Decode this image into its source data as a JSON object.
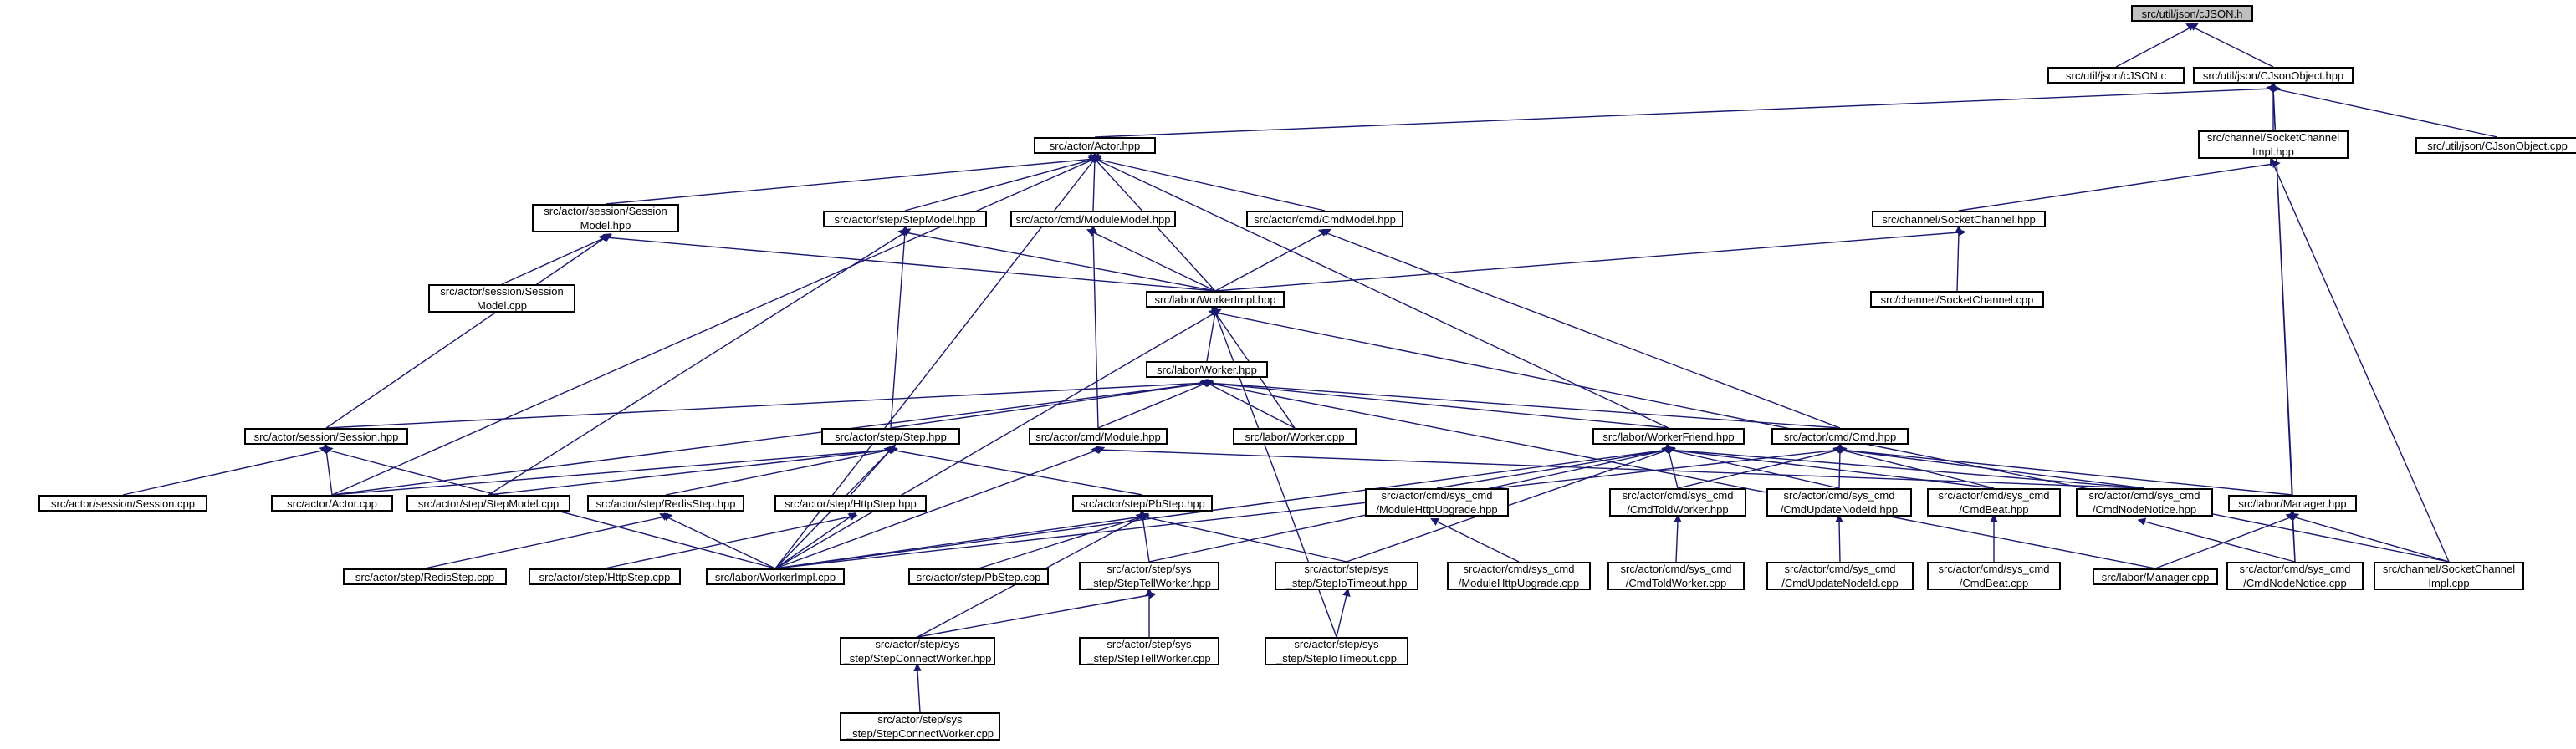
{
  "graph": {
    "colors": {
      "edge": "#191970",
      "node_border": "#000000",
      "root_fill": "#bfbfbf",
      "node_fill": "#ffffff"
    },
    "nodes": [
      {
        "id": "cjson_h",
        "label": "src/util/json/cJSON.h",
        "root": true
      },
      {
        "id": "cjson_c",
        "label": "src/util/json/cJSON.c"
      },
      {
        "id": "cjsonobject_hpp",
        "label": "src/util/json/CJsonObject.hpp"
      },
      {
        "id": "cjsonobject_cpp",
        "label": "src/util/json/CJsonObject.cpp"
      },
      {
        "id": "socketchannelimpl_hpp",
        "label": "src/channel/SocketChannel\nImpl.hpp"
      },
      {
        "id": "actor_hpp",
        "label": "src/actor/Actor.hpp"
      },
      {
        "id": "sessionmodel_hpp",
        "label": "src/actor/session/Session\nModel.hpp"
      },
      {
        "id": "stepmodel_hpp",
        "label": "src/actor/step/StepModel.hpp"
      },
      {
        "id": "modulemodel_hpp",
        "label": "src/actor/cmd/ModuleModel.hpp"
      },
      {
        "id": "cmdmodel_hpp",
        "label": "src/actor/cmd/CmdModel.hpp"
      },
      {
        "id": "socketchannel_hpp",
        "label": "src/channel/SocketChannel.hpp"
      },
      {
        "id": "sessionmodel_cpp",
        "label": "src/actor/session/Session\nModel.cpp"
      },
      {
        "id": "workerimpl_hpp",
        "label": "src/labor/WorkerImpl.hpp"
      },
      {
        "id": "socketchannel_cpp",
        "label": "src/channel/SocketChannel.cpp"
      },
      {
        "id": "worker_hpp",
        "label": "src/labor/Worker.hpp"
      },
      {
        "id": "session_hpp",
        "label": "src/actor/session/Session.hpp"
      },
      {
        "id": "step_hpp",
        "label": "src/actor/step/Step.hpp"
      },
      {
        "id": "module_hpp",
        "label": "src/actor/cmd/Module.hpp"
      },
      {
        "id": "worker_cpp",
        "label": "src/labor/Worker.cpp"
      },
      {
        "id": "workerfriend_hpp",
        "label": "src/labor/WorkerFriend.hpp"
      },
      {
        "id": "cmd_hpp",
        "label": "src/actor/cmd/Cmd.hpp"
      },
      {
        "id": "session_cpp",
        "label": "src/actor/session/Session.cpp"
      },
      {
        "id": "actor_cpp",
        "label": "src/actor/Actor.cpp"
      },
      {
        "id": "stepmodel_cpp",
        "label": "src/actor/step/StepModel.cpp"
      },
      {
        "id": "redisstep_hpp",
        "label": "src/actor/step/RedisStep.hpp"
      },
      {
        "id": "httpstep_hpp",
        "label": "src/actor/step/HttpStep.hpp"
      },
      {
        "id": "pbstep_hpp",
        "label": "src/actor/step/PbStep.hpp"
      },
      {
        "id": "modulehttpupgrade_hpp",
        "label": "src/actor/cmd/sys_cmd\n/ModuleHttpUpgrade.hpp"
      },
      {
        "id": "cmdtoldworker_hpp",
        "label": "src/actor/cmd/sys_cmd\n/CmdToldWorker.hpp"
      },
      {
        "id": "cmdupdatenodeid_hpp",
        "label": "src/actor/cmd/sys_cmd\n/CmdUpdateNodeId.hpp"
      },
      {
        "id": "cmdbeat_hpp",
        "label": "src/actor/cmd/sys_cmd\n/CmdBeat.hpp"
      },
      {
        "id": "cmdnodenotice_hpp",
        "label": "src/actor/cmd/sys_cmd\n/CmdNodeNotice.hpp"
      },
      {
        "id": "manager_hpp",
        "label": "src/labor/Manager.hpp"
      },
      {
        "id": "redisstep_cpp",
        "label": "src/actor/step/RedisStep.cpp"
      },
      {
        "id": "httpstep_cpp",
        "label": "src/actor/step/HttpStep.cpp"
      },
      {
        "id": "workerimpl_cpp",
        "label": "src/labor/WorkerImpl.cpp"
      },
      {
        "id": "pbstep_cpp",
        "label": "src/actor/step/PbStep.cpp"
      },
      {
        "id": "steptellworker_hpp",
        "label": "src/actor/step/sys\n_step/StepTellWorker.hpp"
      },
      {
        "id": "stepiotimeout_hpp",
        "label": "src/actor/step/sys\n_step/StepIoTimeout.hpp"
      },
      {
        "id": "modulehttpupgrade_cpp",
        "label": "src/actor/cmd/sys_cmd\n/ModuleHttpUpgrade.cpp"
      },
      {
        "id": "cmdtoldworker_cpp",
        "label": "src/actor/cmd/sys_cmd\n/CmdToldWorker.cpp"
      },
      {
        "id": "cmdupdatenodeid_cpp",
        "label": "src/actor/cmd/sys_cmd\n/CmdUpdateNodeId.cpp"
      },
      {
        "id": "cmdbeat_cpp",
        "label": "src/actor/cmd/sys_cmd\n/CmdBeat.cpp"
      },
      {
        "id": "manager_cpp",
        "label": "src/labor/Manager.cpp"
      },
      {
        "id": "cmdnodenotice_cpp",
        "label": "src/actor/cmd/sys_cmd\n/CmdNodeNotice.cpp"
      },
      {
        "id": "socketchannelimpl_cpp",
        "label": "src/channel/SocketChannel\nImpl.cpp"
      },
      {
        "id": "stepconnectworker_hpp",
        "label": "src/actor/step/sys\n_step/StepConnectWorker.hpp"
      },
      {
        "id": "steptellworker_cpp",
        "label": "src/actor/step/sys\n_step/StepTellWorker.cpp"
      },
      {
        "id": "stepiotimeout_cpp",
        "label": "src/actor/step/sys\n_step/StepIoTimeout.cpp"
      },
      {
        "id": "stepconnectworker_cpp",
        "label": "src/actor/step/sys\n_step/StepConnectWorker.cpp"
      }
    ],
    "edges": [
      [
        "cjson_h",
        "cjson_c"
      ],
      [
        "cjson_h",
        "cjsonobject_hpp"
      ],
      [
        "cjsonobject_hpp",
        "actor_hpp"
      ],
      [
        "cjsonobject_hpp",
        "socketchannelimpl_hpp"
      ],
      [
        "cjsonobject_hpp",
        "cjsonobject_cpp"
      ],
      [
        "cjsonobject_hpp",
        "manager_hpp"
      ],
      [
        "cjsonobject_hpp",
        "cmdnodenotice_cpp"
      ],
      [
        "socketchannelimpl_hpp",
        "socketchannel_hpp"
      ],
      [
        "socketchannelimpl_hpp",
        "socketchannelimpl_cpp"
      ],
      [
        "actor_hpp",
        "sessionmodel_hpp"
      ],
      [
        "actor_hpp",
        "stepmodel_hpp"
      ],
      [
        "actor_hpp",
        "modulemodel_hpp"
      ],
      [
        "actor_hpp",
        "cmdmodel_hpp"
      ],
      [
        "actor_hpp",
        "workerimpl_hpp"
      ],
      [
        "actor_hpp",
        "workerfriend_hpp"
      ],
      [
        "actor_hpp",
        "actor_cpp"
      ],
      [
        "actor_hpp",
        "workerimpl_cpp"
      ],
      [
        "sessionmodel_hpp",
        "sessionmodel_cpp"
      ],
      [
        "sessionmodel_hpp",
        "session_hpp"
      ],
      [
        "sessionmodel_hpp",
        "workerimpl_hpp"
      ],
      [
        "stepmodel_hpp",
        "workerimpl_hpp"
      ],
      [
        "stepmodel_hpp",
        "step_hpp"
      ],
      [
        "stepmodel_hpp",
        "stepmodel_cpp"
      ],
      [
        "modulemodel_hpp",
        "workerimpl_hpp"
      ],
      [
        "modulemodel_hpp",
        "module_hpp"
      ],
      [
        "cmdmodel_hpp",
        "workerimpl_hpp"
      ],
      [
        "cmdmodel_hpp",
        "cmd_hpp"
      ],
      [
        "socketchannel_hpp",
        "workerimpl_hpp"
      ],
      [
        "socketchannel_hpp",
        "socketchannel_cpp"
      ],
      [
        "workerimpl_hpp",
        "worker_hpp"
      ],
      [
        "workerimpl_hpp",
        "worker_cpp"
      ],
      [
        "workerimpl_hpp",
        "workerimpl_cpp"
      ],
      [
        "workerimpl_hpp",
        "socketchannelimpl_cpp"
      ],
      [
        "workerimpl_hpp",
        "stepiotimeout_cpp"
      ],
      [
        "worker_hpp",
        "session_hpp"
      ],
      [
        "worker_hpp",
        "step_hpp"
      ],
      [
        "worker_hpp",
        "module_hpp"
      ],
      [
        "worker_hpp",
        "worker_cpp"
      ],
      [
        "worker_hpp",
        "workerfriend_hpp"
      ],
      [
        "worker_hpp",
        "cmd_hpp"
      ],
      [
        "worker_hpp",
        "actor_cpp"
      ],
      [
        "worker_hpp",
        "manager_cpp"
      ],
      [
        "session_hpp",
        "session_cpp"
      ],
      [
        "session_hpp",
        "actor_cpp"
      ],
      [
        "session_hpp",
        "workerimpl_cpp"
      ],
      [
        "step_hpp",
        "actor_cpp"
      ],
      [
        "step_hpp",
        "stepmodel_cpp"
      ],
      [
        "step_hpp",
        "redisstep_hpp"
      ],
      [
        "step_hpp",
        "httpstep_hpp"
      ],
      [
        "step_hpp",
        "pbstep_hpp"
      ],
      [
        "step_hpp",
        "workerimpl_cpp"
      ],
      [
        "module_hpp",
        "workerimpl_cpp"
      ],
      [
        "module_hpp",
        "cmdnodenotice_hpp"
      ],
      [
        "workerfriend_hpp",
        "modulehttpupgrade_hpp"
      ],
      [
        "workerfriend_hpp",
        "cmdtoldworker_hpp"
      ],
      [
        "workerfriend_hpp",
        "cmdupdatenodeid_hpp"
      ],
      [
        "workerfriend_hpp",
        "cmdbeat_hpp"
      ],
      [
        "workerfriend_hpp",
        "cmdnodenotice_hpp"
      ],
      [
        "workerfriend_hpp",
        "steptellworker_hpp"
      ],
      [
        "workerfriend_hpp",
        "stepiotimeout_hpp"
      ],
      [
        "workerfriend_hpp",
        "workerimpl_cpp"
      ],
      [
        "cmd_hpp",
        "cmdtoldworker_hpp"
      ],
      [
        "cmd_hpp",
        "cmdupdatenodeid_hpp"
      ],
      [
        "cmd_hpp",
        "cmdbeat_hpp"
      ],
      [
        "cmd_hpp",
        "cmdnodenotice_hpp"
      ],
      [
        "cmd_hpp",
        "manager_hpp"
      ],
      [
        "cmd_hpp",
        "workerimpl_cpp"
      ],
      [
        "redisstep_hpp",
        "redisstep_cpp"
      ],
      [
        "redisstep_hpp",
        "workerimpl_cpp"
      ],
      [
        "httpstep_hpp",
        "httpstep_cpp"
      ],
      [
        "httpstep_hpp",
        "workerimpl_cpp"
      ],
      [
        "pbstep_hpp",
        "pbstep_cpp"
      ],
      [
        "pbstep_hpp",
        "steptellworker_hpp"
      ],
      [
        "pbstep_hpp",
        "stepiotimeout_hpp"
      ],
      [
        "pbstep_hpp",
        "stepconnectworker_hpp"
      ],
      [
        "pbstep_hpp",
        "workerimpl_cpp"
      ],
      [
        "modulehttpupgrade_hpp",
        "modulehttpupgrade_cpp"
      ],
      [
        "cmdtoldworker_hpp",
        "cmdtoldworker_cpp"
      ],
      [
        "cmdupdatenodeid_hpp",
        "cmdupdatenodeid_cpp"
      ],
      [
        "cmdbeat_hpp",
        "cmdbeat_cpp"
      ],
      [
        "cmdnodenotice_hpp",
        "cmdnodenotice_cpp"
      ],
      [
        "manager_hpp",
        "manager_cpp"
      ],
      [
        "manager_hpp",
        "cmdnodenotice_cpp"
      ],
      [
        "manager_hpp",
        "socketchannelimpl_cpp"
      ],
      [
        "steptellworker_hpp",
        "stepconnectworker_hpp"
      ],
      [
        "steptellworker_hpp",
        "steptellworker_cpp"
      ],
      [
        "stepiotimeout_hpp",
        "stepiotimeout_cpp"
      ],
      [
        "stepconnectworker_hpp",
        "stepconnectworker_cpp"
      ]
    ]
  }
}
